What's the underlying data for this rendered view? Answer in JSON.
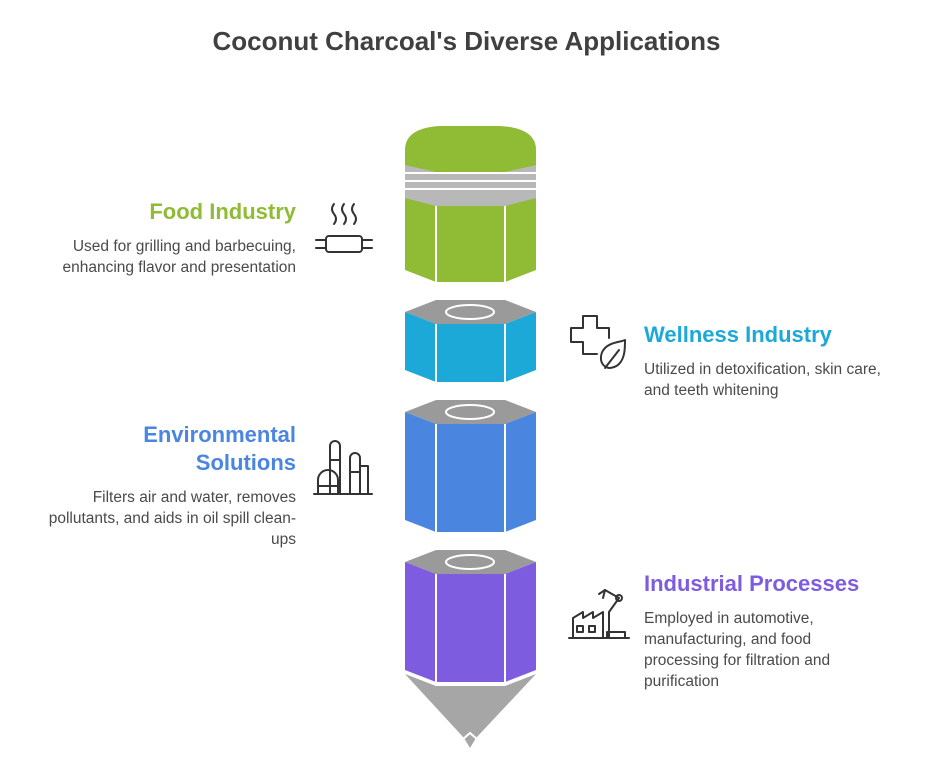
{
  "title": "Coconut Charcoal's Diverse Applications",
  "colors": {
    "food": "#8fbb35",
    "wellness": "#1da9d8",
    "environment": "#4a86e0",
    "industrial": "#7d5ce0",
    "cap": "#9a9a9a",
    "tip": "#a6a6a6"
  },
  "sections": [
    {
      "key": "food",
      "heading": "Food Industry",
      "description": "Used for grilling and barbecuing, enhancing flavor and presentation",
      "icon": "grill-steam-icon"
    },
    {
      "key": "wellness",
      "heading": "Wellness Industry",
      "description": "Utilized in detoxification, skin care, and teeth whitening",
      "icon": "medical-cross-leaf-icon"
    },
    {
      "key": "environment",
      "heading": "Environmental Solutions",
      "description": "Filters air and water, removes pollutants, and aids in oil spill clean-ups",
      "icon": "refinery-tanks-icon"
    },
    {
      "key": "industrial",
      "heading": "Industrial Processes",
      "description": "Employed in automotive, manufacturing, and food processing for filtration and purification",
      "icon": "factory-robot-arm-icon"
    }
  ]
}
